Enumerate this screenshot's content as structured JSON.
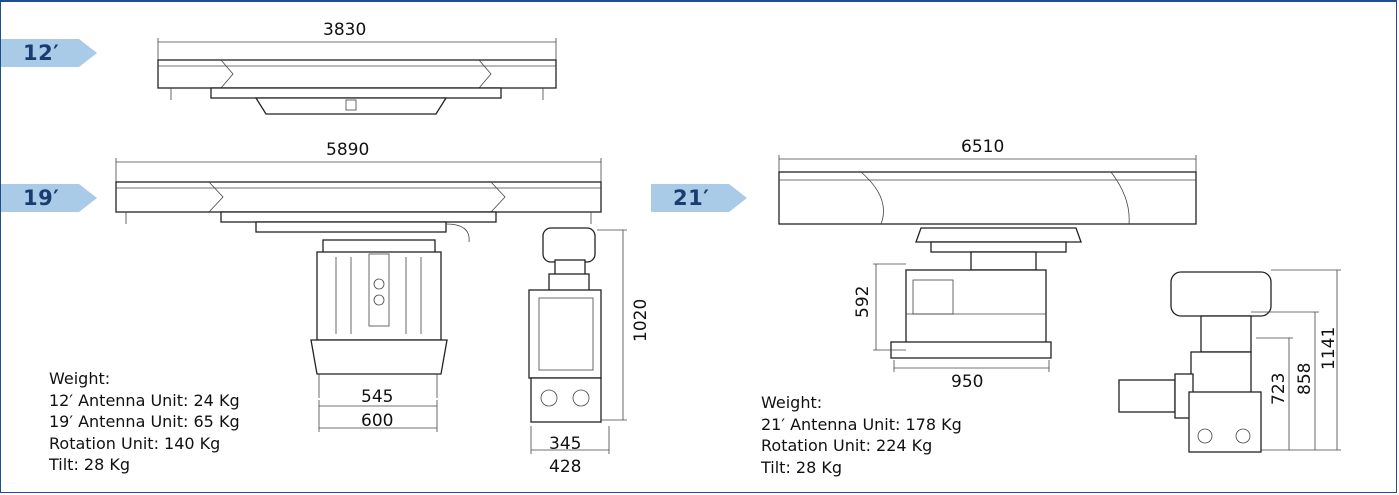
{
  "tags": {
    "t12": "12′",
    "t19": "19′",
    "t21": "21′"
  },
  "dims": {
    "d3830": "3830",
    "d5890": "5890",
    "d6510": "6510",
    "d545": "545",
    "d600": "600",
    "d1020": "1020",
    "d345": "345",
    "d428": "428",
    "d592": "592",
    "d950": "950",
    "d723": "723",
    "d858": "858",
    "d1141": "1141"
  },
  "weights_left": {
    "title": "Weight:",
    "lines": [
      "12′ Antenna Unit: 24 Kg",
      "19′ Antenna Unit: 65 Kg",
      "Rotation Unit: 140 Kg",
      "Tilt: 28 Kg"
    ]
  },
  "weights_right": {
    "title": "Weight:",
    "lines": [
      "21′ Antenna Unit: 178 Kg",
      "Rotation Unit: 224 Kg",
      "Tilt: 28 Kg"
    ]
  },
  "colors": {
    "frame": "#1f4e8c",
    "tag_fill": "#a9cbe8",
    "tag_text": "#1a3d70"
  }
}
